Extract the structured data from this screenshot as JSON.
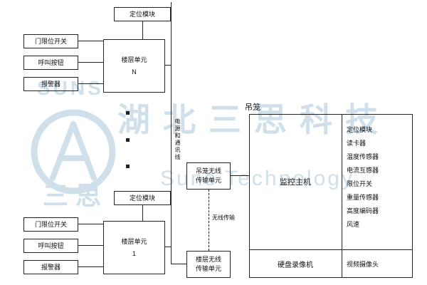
{
  "watermark": {
    "suns": "SUNS",
    "brand_cn": "湖北三思科技",
    "brand_en": "Suns Technology",
    "sansi": "三思",
    "color": "#a9c7db"
  },
  "bus": {
    "label": "电源和通讯线"
  },
  "wireless": {
    "label": "无线传输"
  },
  "floor_top": {
    "positioning_module": "定位模块",
    "door_limit_switch": "门限位开关",
    "call_button": "呼叫按钮",
    "alarm": "报警器",
    "unit_name": "楼层单元",
    "unit_index": "N"
  },
  "floor_bottom": {
    "positioning_module": "定位模块",
    "door_limit_switch": "门限位开关",
    "call_button": "呼叫按钮",
    "alarm": "报警器",
    "unit_name": "楼层单元",
    "unit_index": "1"
  },
  "transmission": {
    "cage_unit_line1": "吊笼无线",
    "cage_unit_line2": "传输单元",
    "floor_unit_line1": "楼层无线",
    "floor_unit_line2": "传输单元"
  },
  "cage": {
    "title": "吊笼",
    "monitor_host": "监控主机",
    "dvr": "硬盘录像机",
    "camera": "视频摄像头",
    "devices": [
      "定位模块",
      "读卡器",
      "温度传感器",
      "电流互感器",
      "限位开关",
      "重量传感器",
      "高度编码器",
      "风速"
    ]
  }
}
